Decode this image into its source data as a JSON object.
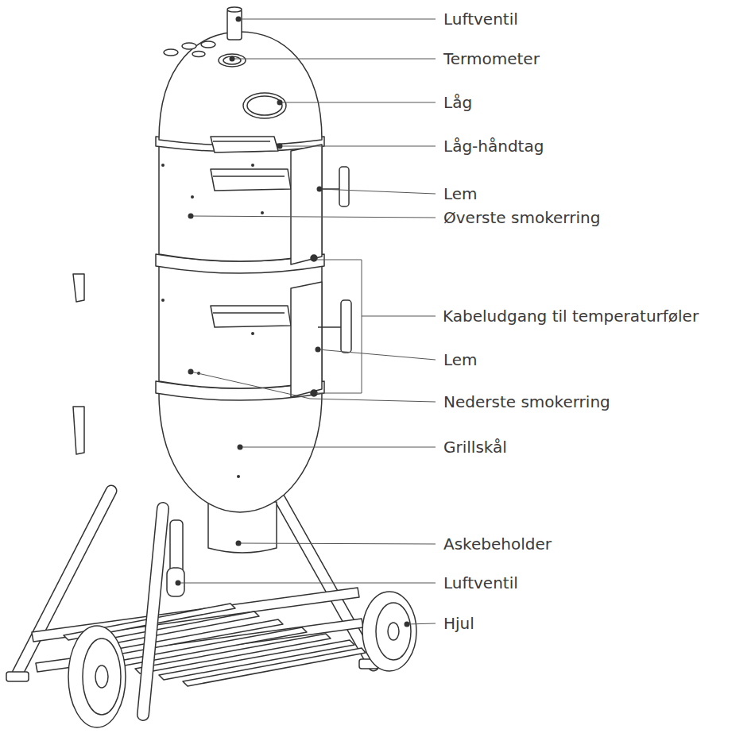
{
  "diagram": {
    "labels": [
      "Luftventil",
      "Termometer",
      "Låg",
      "Låg-håndtag",
      "Lem",
      "Øverste smokerring",
      "Kabeludgang til temperaturføler",
      "Lem",
      "Nederste smokerring",
      "Grillskål",
      "Askebeholder",
      "Luftventil",
      "Hjul"
    ]
  }
}
